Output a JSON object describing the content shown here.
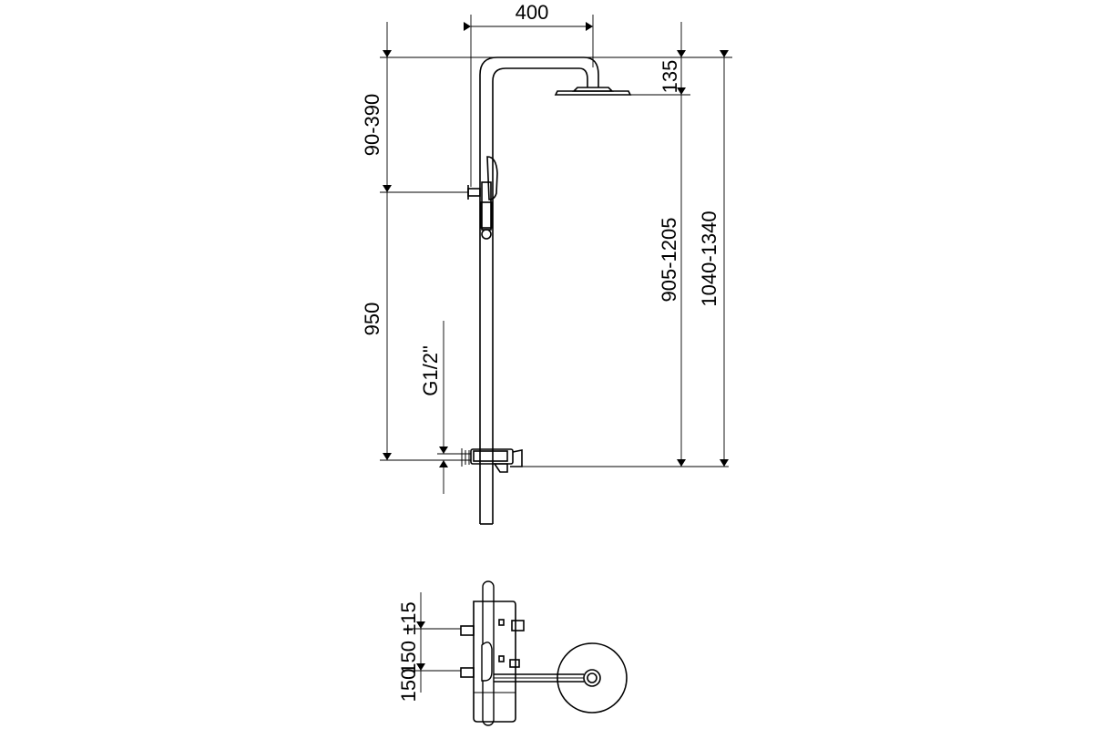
{
  "dimensions": {
    "arm_length": "400",
    "head_drop": "135",
    "holder_adjust": "90-390",
    "holder_height": "950",
    "inlet_thread": "G1/2\"",
    "head_height_range": "905-1205",
    "total_height_range": "1040-1340",
    "inlet_spacing": "150 ±15",
    "inlet_spacing_nominal": "150"
  },
  "colors": {
    "line": "#000000",
    "background": "#ffffff"
  }
}
